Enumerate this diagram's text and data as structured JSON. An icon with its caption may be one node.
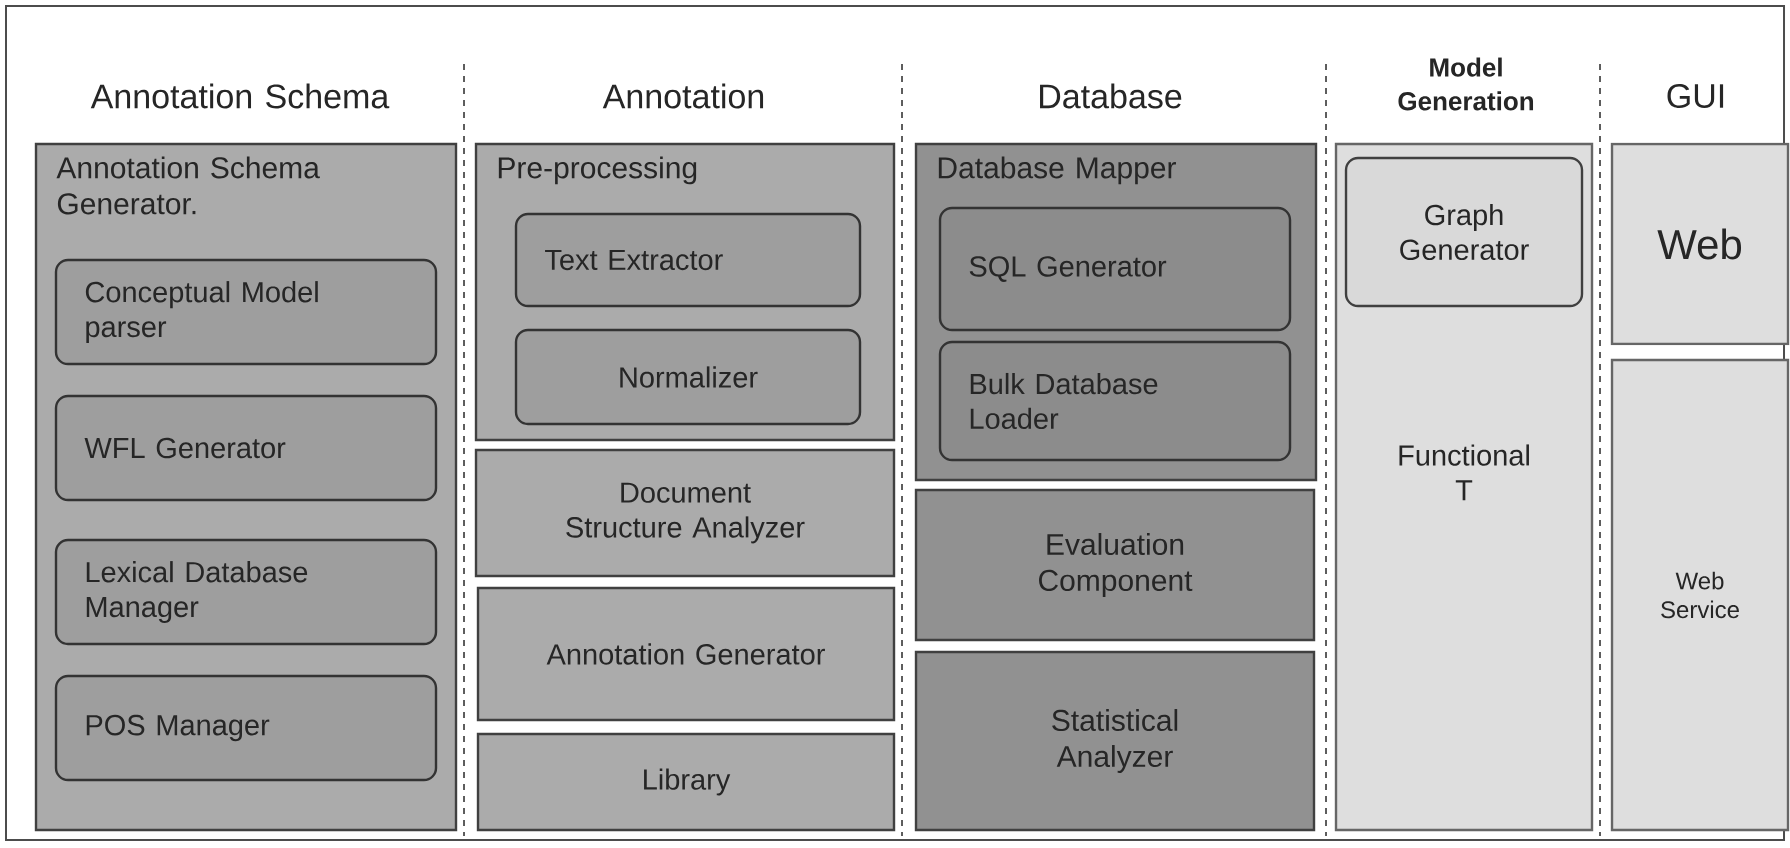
{
  "diagram": {
    "nodes": [
      {
        "text": [
          "Annotation Schema Generator."
        ]
      },
      {
        "text": [
          "Conceptual Model parser"
        ],
        "in": 0
      },
      {
        "text": [
          "WFL Generator"
        ],
        "in": 0
      },
      {
        "text": [
          "Lexical Database Manager"
        ],
        "in": 0
      },
      {
        "text": [
          "POS Manager"
        ],
        "in": 0
      },
      {
        "text": [
          "Pre-processing"
        ]
      },
      {
        "text": [
          "Text Extractor"
        ],
        "in": 5
      },
      {
        "text": [
          "Normalizer"
        ],
        "in": 5
      },
      {
        "text": [
          "Document Structure Analyzer"
        ]
      },
      {
        "text": [
          "Annotation Generator"
        ]
      },
      {
        "text": [
          "Library"
        ]
      },
      {
        "text": [
          "Database Mapper"
        ]
      },
      {
        "text": [
          "SQL Generator"
        ],
        "in": 11
      },
      {
        "text": [
          "Bulk Database Loader"
        ],
        "in": 11
      },
      {
        "text": [
          "Evaluation Component"
        ]
      },
      {
        "text": [
          "Statistical Analyzer"
        ]
      },
      {
        "text": [
          "Functional T"
        ]
      },
      {
        "text": [
          "Graph Generator"
        ],
        "in": 16
      },
      {
        "text": [
          "Web"
        ]
      },
      {
        "text": [
          "Web Service"
        ]
      }
    ],
    "labels": [
      "Annotation Schema",
      "Annotation",
      "Database",
      "Model Generation",
      "GUI"
    ]
  }
}
